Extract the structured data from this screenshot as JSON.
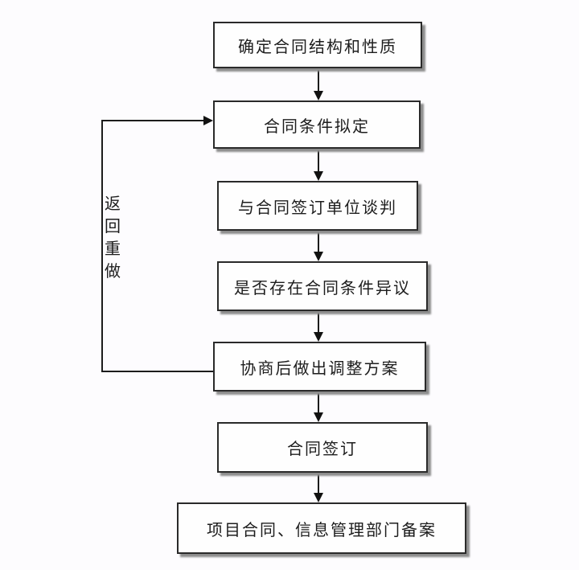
{
  "diagram": {
    "type": "flowchart",
    "direction": "top-to-bottom",
    "nodes": [
      {
        "id": "n1",
        "label": "确定合同结构和性质"
      },
      {
        "id": "n2",
        "label": "合同条件拟定"
      },
      {
        "id": "n3",
        "label": "与合同签订单位谈判"
      },
      {
        "id": "n4",
        "label": "是否存在合同条件异议"
      },
      {
        "id": "n5",
        "label": "协商后做出调整方案"
      },
      {
        "id": "n6",
        "label": "合同签订"
      },
      {
        "id": "n7",
        "label": "项目合同、信息管理部门备案"
      }
    ],
    "edges": [
      {
        "from": "n1",
        "to": "n2",
        "label": ""
      },
      {
        "from": "n2",
        "to": "n3",
        "label": ""
      },
      {
        "from": "n3",
        "to": "n4",
        "label": ""
      },
      {
        "from": "n4",
        "to": "n5",
        "label": ""
      },
      {
        "from": "n5",
        "to": "n6",
        "label": ""
      },
      {
        "from": "n6",
        "to": "n7",
        "label": ""
      },
      {
        "from": "n5",
        "to": "n2",
        "label": "返回重做",
        "kind": "feedback-loop-left"
      }
    ],
    "colors": {
      "background": "#fdfcfe",
      "box_fill": "#fefefe",
      "box_border": "#2a2a2a",
      "box_shadow": "#8d8d8d",
      "line": "#1c1c1c",
      "text": "#1d1d1d"
    }
  }
}
